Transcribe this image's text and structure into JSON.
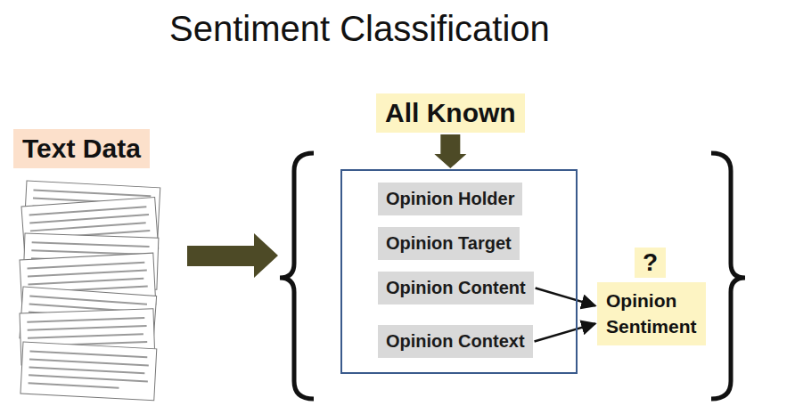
{
  "diagram": {
    "title": "Sentiment Classification",
    "nodes": [
      {
        "text": [
          "Text Data"
        ]
      },
      {
        "text": [
          "All Known"
        ]
      },
      {
        "text": []
      },
      {
        "text": [
          "Opinion Holder"
        ],
        "in": 2
      },
      {
        "text": [
          "Opinion Target"
        ],
        "in": 2
      },
      {
        "text": [
          "Opinion Content"
        ],
        "in": 2
      },
      {
        "text": [
          "Opinion Context"
        ],
        "in": 2
      },
      {
        "text": [
          "?"
        ]
      },
      {
        "text": [
          "Opinion Sentiment"
        ]
      }
    ],
    "edges": [
      {
        "from": 1,
        "to": 2,
        "arrow": "to"
      },
      {
        "from": 5,
        "to": 8,
        "arrow": "to"
      },
      {
        "from": 6,
        "to": 8,
        "arrow": "to"
      }
    ]
  }
}
